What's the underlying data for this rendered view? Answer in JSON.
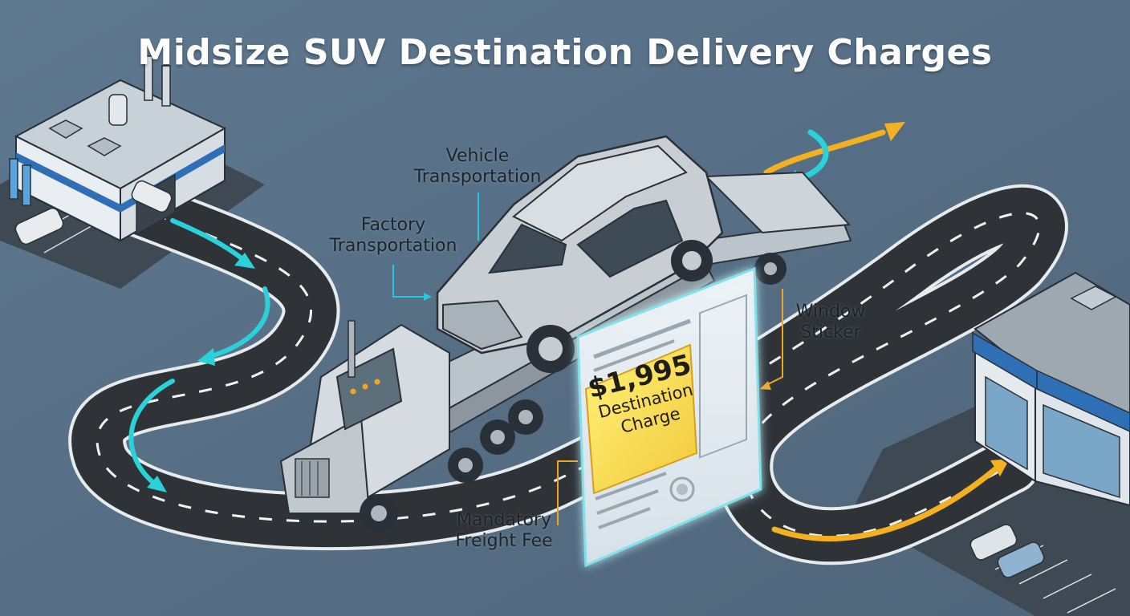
{
  "title": "Midsize SUV Destination Delivery Charges",
  "labels": {
    "vehicle_transportation": [
      "Vehicle",
      "Transportation"
    ],
    "factory_transportation": [
      "Factory",
      "Transportation"
    ],
    "window_sticker": [
      "Window",
      "Sticker"
    ],
    "mandatory_freight_fee": [
      "Mandatory",
      "Freight Fee"
    ]
  },
  "sticker": {
    "amount": "$1,995",
    "line1": "Destination",
    "line2": "Charge"
  },
  "colors": {
    "background": "#5a7288",
    "road": "#2f3338",
    "route_arrow_cyan": "#2ad1d8",
    "route_arrow_orange": "#f3b021",
    "callout_line": "#27c7e0",
    "callout_line_orange": "#f0a526",
    "highlight_yellow": "#f7e152"
  }
}
